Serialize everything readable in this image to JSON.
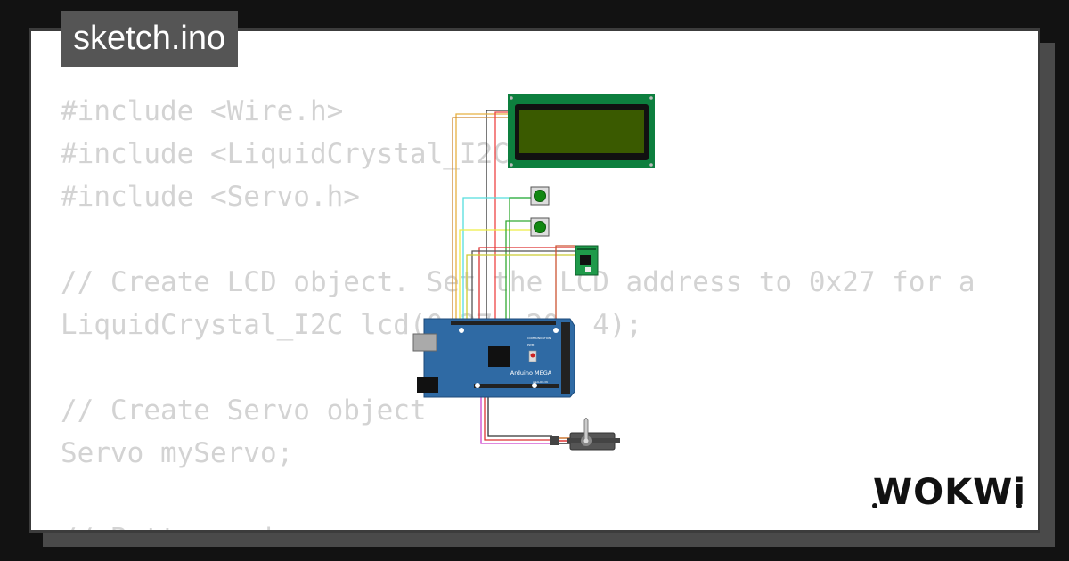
{
  "window": {
    "title": "sketch.ino"
  },
  "code": {
    "lines": [
      "#include <Wire.h>",
      "#include <LiquidCrystal_I2C.h>",
      "#include <Servo.h>",
      "",
      "// Create LCD object. Set the LCD address to 0x27 for a",
      "LiquidCrystal_I2C lcd(0x27, 20, 4);",
      "",
      "// Create Servo object",
      "Servo myServo;",
      "",
      "// Buttons pins"
    ]
  },
  "board": {
    "name": "Arduino MEGA",
    "analog_label": "ANALOG IN",
    "comm_label": "COMMUNICATION",
    "pwm_label": "PWM"
  },
  "brand": {
    "logo_text": "WOKWi"
  },
  "colors": {
    "background": "#121212",
    "card": "#ffffff",
    "code_text": "#d3d3d3",
    "tab_bg": "#555555",
    "board_blue": "#2f6aa4",
    "lcd_pcb": "#0d7f3e",
    "lcd_screen": "#3a5a00"
  }
}
